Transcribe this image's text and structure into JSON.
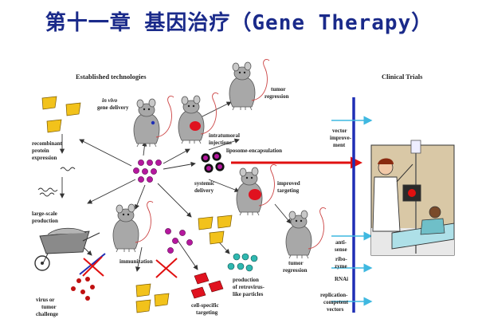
{
  "title": "第十一章 基因治疗（Gene Therapy）",
  "headers": {
    "established": "Established technologies",
    "clinical": "Clinical Trials"
  },
  "labels": {
    "in_vivo_1": "in vivo",
    "in_vivo_2": "gene delivery",
    "recombinant_1": "recombinant",
    "recombinant_2": "protein",
    "recombinant_3": "expression",
    "large_scale_1": "large-scale",
    "large_scale_2": "production",
    "virus_1": "virus  or",
    "virus_2": "tumor",
    "virus_3": "challenge",
    "immunization": "immunization",
    "cell_specific_1": "cell-specific",
    "cell_specific_2": "targeting",
    "retrovirus_1": "production",
    "retrovirus_2": "of retrovirus-",
    "retrovirus_3": "like particles",
    "systemic_1": "systemic",
    "systemic_2": "delivery",
    "liposome": "liposome-encapsulation",
    "intratumoral_1": "intratumoral",
    "intratumoral_2": "injections",
    "tumor_reg_top_1": "tumor",
    "tumor_reg_top_2": "regression",
    "improved_1": "improved",
    "improved_2": "targeting",
    "tumor_reg_bot_1": "tumor",
    "tumor_reg_bot_2": "regression",
    "vector_1": "vector",
    "vector_2": "improve-",
    "vector_3": "ment",
    "anti_1": "anti-",
    "anti_2": "sense",
    "ribo_1": "ribo-",
    "ribo_2": "zyme",
    "rnai": "RNAi",
    "repl_1": "replication-",
    "repl_2": "competent",
    "repl_3": "vectors"
  },
  "colors": {
    "title": "#1a2a8a",
    "timeline": "#1f2fb5",
    "cyan_arrow": "#3fb8e0",
    "red_arrow": "#e01010",
    "chip_yellow": "#f2c21b",
    "particle_purple": "#b5179e",
    "tumor_red": "#e0121f",
    "cell_teal": "#2fb8b0",
    "mouse_grey": "#a8a8a8"
  }
}
